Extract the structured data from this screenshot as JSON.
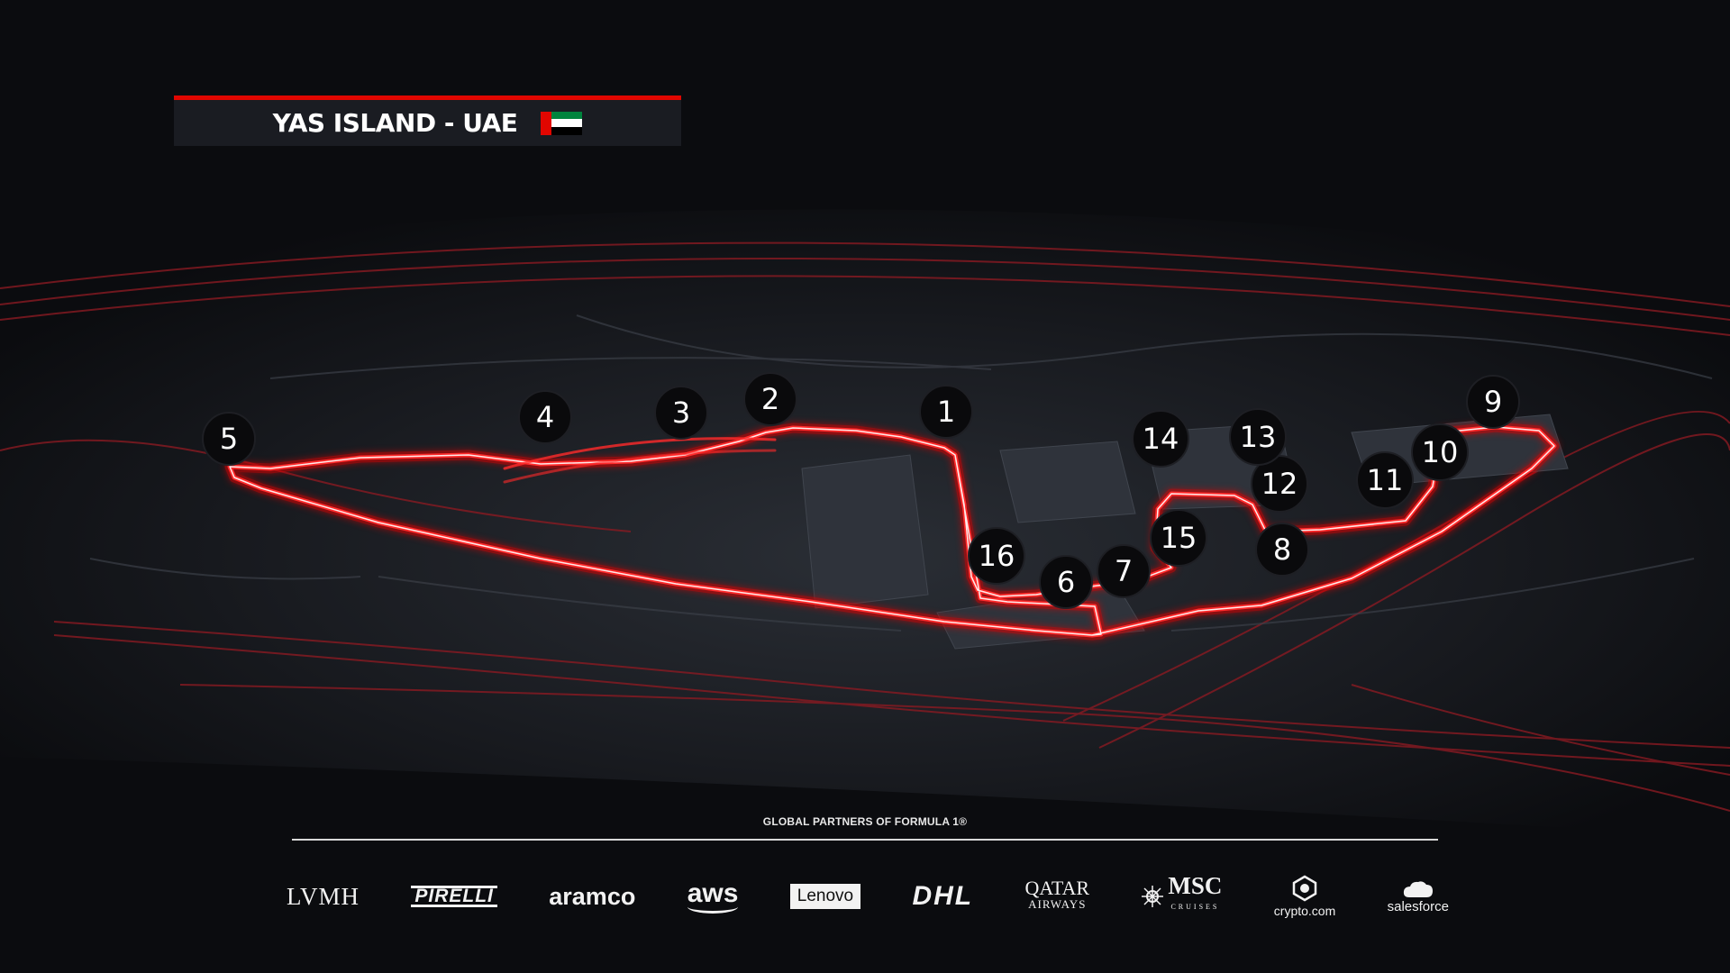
{
  "title": "YAS ISLAND - UAE",
  "flag_icon": "uae-flag-icon",
  "colors": {
    "accent_red": "#e10600",
    "track_glow": "#c8101a",
    "flag_red": "#e10600",
    "flag_green": "#00843d",
    "flag_white": "#ffffff",
    "flag_black": "#000000"
  },
  "turns": [
    {
      "label": "1"
    },
    {
      "label": "2"
    },
    {
      "label": "3"
    },
    {
      "label": "4"
    },
    {
      "label": "5"
    },
    {
      "label": "6"
    },
    {
      "label": "7"
    },
    {
      "label": "8"
    },
    {
      "label": "9"
    },
    {
      "label": "10"
    },
    {
      "label": "11"
    },
    {
      "label": "12"
    },
    {
      "label": "13"
    },
    {
      "label": "14"
    },
    {
      "label": "15"
    },
    {
      "label": "16"
    }
  ],
  "partners": {
    "heading": "GLOBAL PARTNERS OF FORMULA 1®",
    "logos": [
      "LVMH",
      "PIRELLI",
      "aramco",
      "aws",
      "Lenovo",
      "DHL",
      "QATAR",
      "MSC",
      "crypto.com",
      "salesforce"
    ],
    "qatar_sub": "AIRWAYS",
    "msc_sub": "CRUISES"
  }
}
